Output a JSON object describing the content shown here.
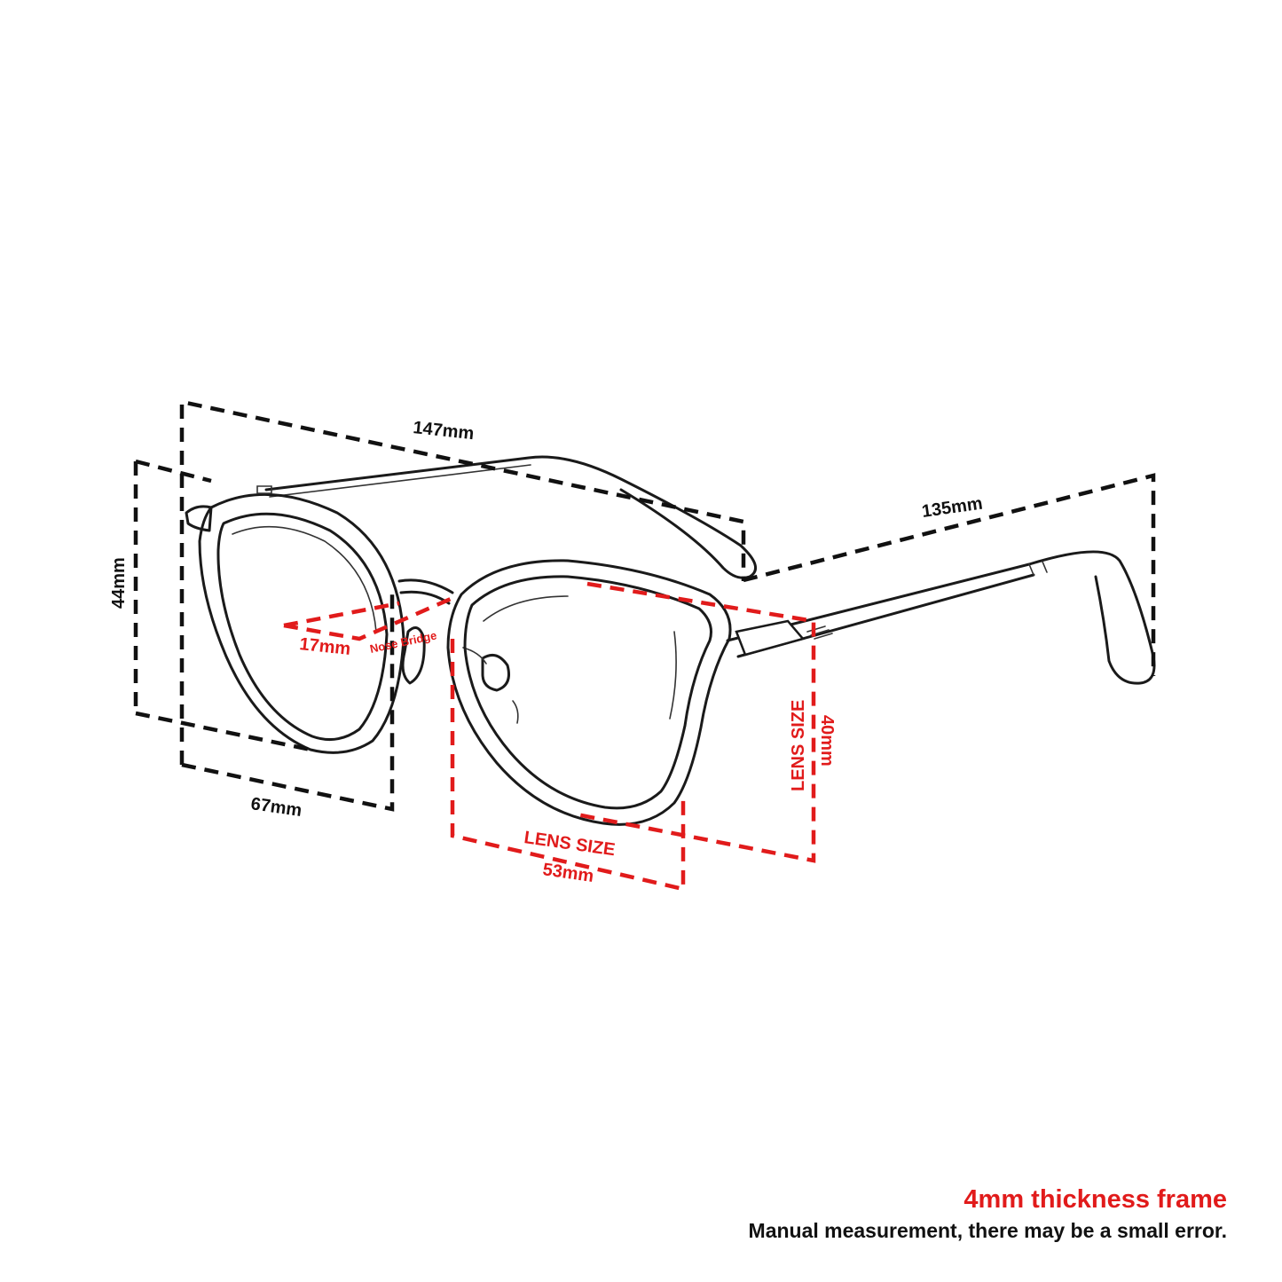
{
  "labels": {
    "total_width": "147mm",
    "temple_length": "135mm",
    "frame_height": "44mm",
    "frame_depth": "67mm",
    "bridge_value": "17mm",
    "bridge_name": "Nose Bridge",
    "lens_width_name": "LENS SIZE",
    "lens_width_value": "53mm",
    "lens_height_name": "LENS SIZE",
    "lens_height_value": "40mm"
  },
  "notes": {
    "title": "4mm thickness frame",
    "subtitle": "Manual measurement, there may be a small error."
  },
  "colors": {
    "accent_red": "#e11b1b",
    "line_black": "#111111"
  }
}
